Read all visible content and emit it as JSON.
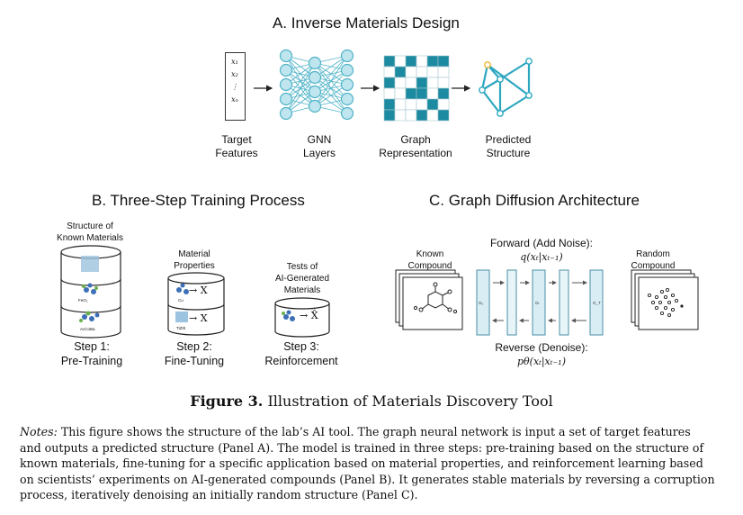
{
  "panel_a": {
    "title": "A. Inverse Materials Design",
    "vector_entries": [
      "x₁",
      "x₂",
      "⋮",
      "xₙ"
    ],
    "labels": {
      "target_features": [
        "Target",
        "Features"
      ],
      "gnn_layers": [
        "GNN",
        "Layers"
      ],
      "graph_representation": [
        "Graph",
        "Representation"
      ],
      "predicted_structure": [
        "Predicted",
        "Structure"
      ]
    },
    "colors": {
      "node": "#4fb3c8",
      "grid_fill": "#1c8aa0",
      "grid_light": "#d7eef3",
      "edge": "#2da7c0",
      "highlight": "#f2b632"
    }
  },
  "panel_b": {
    "title": "B. Three-Step Training Process",
    "cylinder_1_label": [
      "Structure of",
      "Known Materials"
    ],
    "cylinder_1_tags": [
      "FeO₂",
      "AcCoBa"
    ],
    "cylinder_2_label": [
      "Material",
      "Properties"
    ],
    "cylinder_2_arrows": [
      "→ X",
      "→ X"
    ],
    "cylinder_2_tags": [
      "Cu",
      "TiZIlt"
    ],
    "cylinder_3_label": [
      "Tests of",
      "AI-Generated",
      "Materials"
    ],
    "cylinder_3_arrow": "→ X̂",
    "steps": [
      {
        "name": "Step 1:",
        "desc": "Pre-Training"
      },
      {
        "name": "Step 2:",
        "desc": "Fine-Tuning"
      },
      {
        "name": "Step 3:",
        "desc": "Reinforcement"
      }
    ]
  },
  "panel_c": {
    "title": "C. Graph Diffusion Architecture",
    "known_compound": [
      "Known",
      "Compound"
    ],
    "random_compound": [
      "Random",
      "Compound"
    ],
    "forward_label": "Forward (Add Noise):",
    "forward_formula": "q(xₜ|xₜ₋₁)",
    "reverse_label": "Reverse (Denoise):",
    "reverse_formula": "pθ(xₜ|xₜ₋₁)",
    "g_tags": [
      "G₀",
      "Gₜ",
      "G_T"
    ]
  },
  "figure": {
    "title_prefix": "Figure 3.",
    "title_text": " Illustration of Materials Discovery Tool",
    "notes_lead": "Notes:",
    "notes_lines": [
      " This figure shows the structure of the lab’s AI tool. The graph neural network is input a set of target features",
      "and outputs a predicted structure (Panel A). The model is trained in three steps: pre-training based on the structure of",
      "known materials, fine-tuning for a specific application based on material properties, and reinforcement learning based",
      "on scientists’ experiments on AI-generated compounds (Panel B). It generates stable materials by reversing a corruption",
      "process, iteratively denoising an initially random structure (Panel C)."
    ]
  }
}
